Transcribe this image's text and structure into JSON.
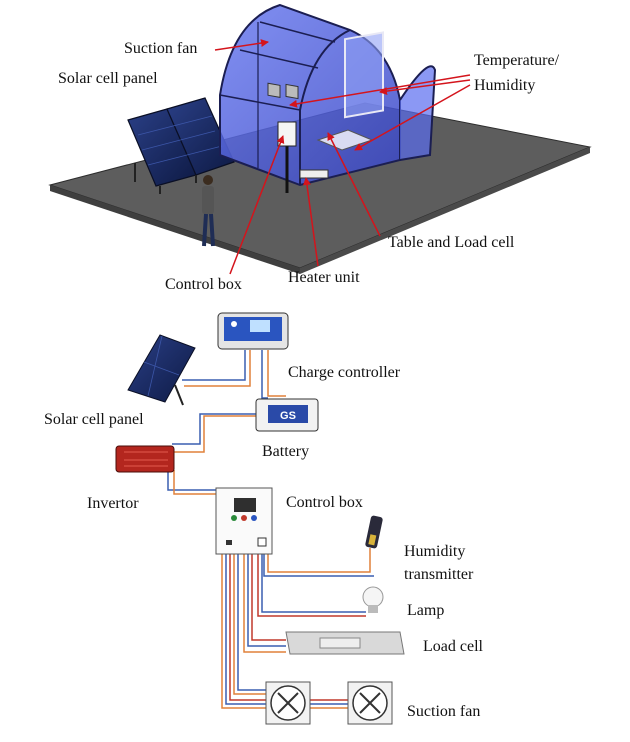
{
  "top_diagram": {
    "labels": {
      "suction_fan": "Suction fan",
      "solar_cell_panel": "Solar cell panel",
      "temperature_humidity_line1": "Temperature/",
      "temperature_humidity_line2": "Humidity",
      "table_load_cell": "Table and Load cell",
      "control_box": "Control box",
      "heater_unit": "Heater unit"
    },
    "colors": {
      "ground": "#5d5d5d",
      "dome": "#4b5ee8",
      "dome_frame": "#1b1e52",
      "panel": "#1a2b66",
      "arrow": "#d4141c"
    }
  },
  "wiring_diagram": {
    "labels": {
      "charge_controller": "Charge controller",
      "solar_cell_panel": "Solar cell panel",
      "battery": "Battery",
      "invertor": "Invertor",
      "control_box": "Control box",
      "humidity_transmitter_line1": "Humidity",
      "humidity_transmitter_line2": "transmitter",
      "lamp": "Lamp",
      "load_cell": "Load cell",
      "suction_fan": "Suction fan"
    },
    "battery_badge": "GS",
    "colors": {
      "wire_blue": "#3a5fb0",
      "wire_orange": "#e0813a",
      "wire_red": "#c0392b",
      "invertor": "#b3261e",
      "controller": "#2a55c0"
    }
  }
}
